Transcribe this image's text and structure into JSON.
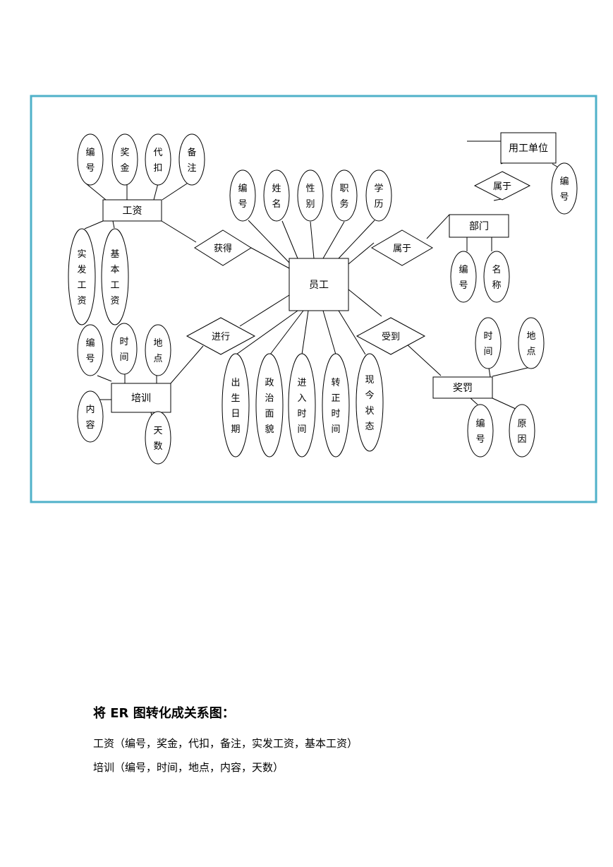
{
  "diagram": {
    "frame_color": "#4fb1c9",
    "entities": {
      "employer": "用工单位",
      "salary": "工资",
      "department": "部门",
      "employee": "员工",
      "training": "培训",
      "reward_punish": "奖罚"
    },
    "relationships": {
      "employer_dept": "属于",
      "obtain": "获得",
      "belong": "属于",
      "conduct": "进行",
      "receive": "受到"
    },
    "salary_attrs": [
      "编号",
      "奖金",
      "代扣",
      "备注",
      "实发工资",
      "基本工资"
    ],
    "employer_attrs": [
      "编号"
    ],
    "department_attrs": [
      "编号",
      "名称"
    ],
    "employee_top_attrs": [
      "编号",
      "姓名",
      "性别",
      "职务",
      "学历"
    ],
    "employee_bottom_attrs": [
      "出生日期",
      "政治面貌",
      "进入时间",
      "转正时间",
      "现今状态"
    ],
    "training_attrs": [
      "编号",
      "时间",
      "地点",
      "内容",
      "天数"
    ],
    "reward_attrs": [
      "时间",
      "地点",
      "编号",
      "原因"
    ]
  },
  "text": {
    "heading": "将 ER 图转化成关系图：",
    "relations": [
      "工资（编号，奖金，代扣，备注，实发工资，基本工资）",
      "培训（编号，时间，地点，内容，天数）"
    ]
  }
}
